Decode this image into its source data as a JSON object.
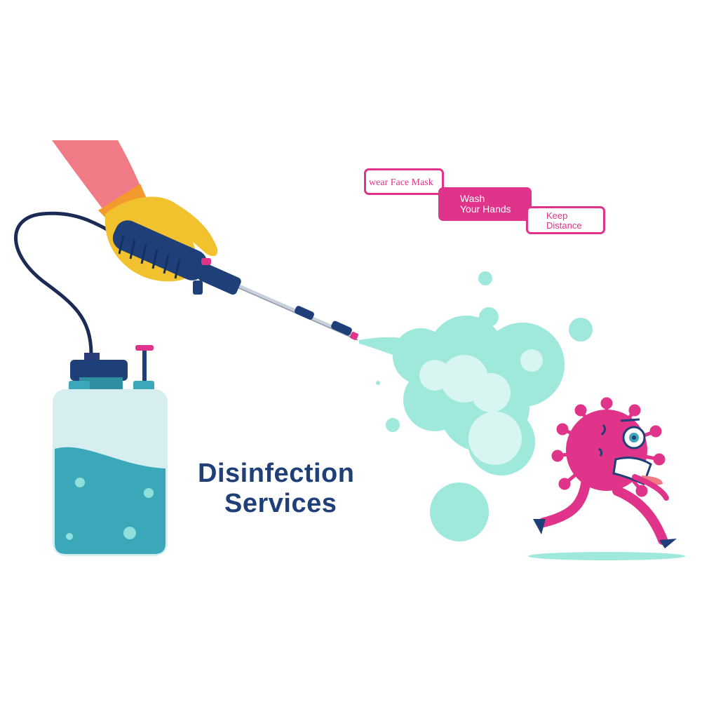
{
  "title": {
    "line1": "Disinfection",
    "line2": "Services"
  },
  "tags": {
    "face_mask": "wear Face Mask",
    "wash_hands_line1": "Wash",
    "wash_hands_line2": "Your Hands",
    "distance_line1": "Keep",
    "distance_line2": "Distance"
  },
  "illustration": {
    "hand_icon": "gloved-hand-icon",
    "sprayer_icon": "pressure-sprayer-icon",
    "tank_icon": "disinfectant-tank-icon",
    "spray_cloud_icon": "spray-mist-icon",
    "virus_icon": "running-virus-icon"
  },
  "colors": {
    "brand_navy": "#1f3f78",
    "accent_pink": "#e0338a",
    "mist": "#9fe8dc",
    "tank_liquid": "#3aa8b8",
    "tank_empty": "#d6eef0",
    "glove": "#f2c12e",
    "sleeve": "#f07a86"
  }
}
